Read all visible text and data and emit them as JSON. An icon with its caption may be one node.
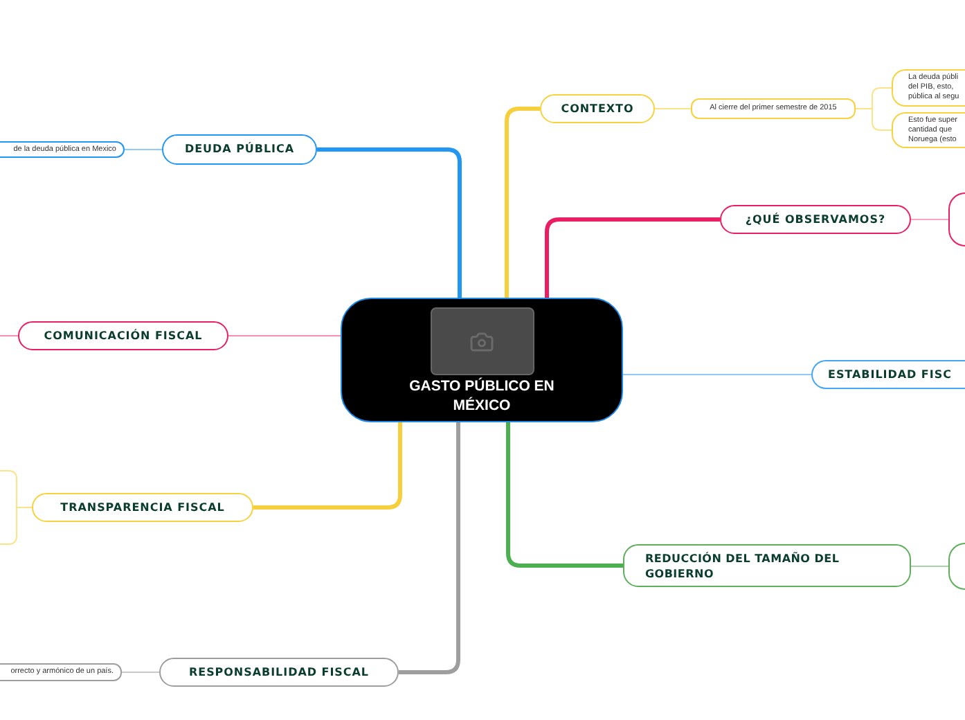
{
  "diagram": {
    "nodes": [
      {
        "text": [
          "GASTO PÚBLICO EN MÉXICO"
        ]
      },
      {
        "text": [
          "CONTEXTO"
        ]
      },
      {
        "text": [
          "Al cierre del primer semestre de 2015"
        ]
      },
      {
        "text": [
          "La deuda públi del PIB, esto, pública al segu"
        ]
      },
      {
        "text": [
          "Esto fue super cantidad que Noruega (esto"
        ]
      },
      {
        "text": [
          "¿QUÉ OBSERVAMOS?"
        ]
      },
      {
        "text": [],
        "shape": "box"
      },
      {
        "text": [
          "ESTABILIDAD FISC"
        ]
      },
      {
        "text": [
          "REDUCCIÓN DEL TAMAÑO DEL GOBIERNO"
        ]
      },
      {
        "text": [],
        "shape": "box"
      },
      {
        "text": [
          "DEUDA PÚBLICA"
        ]
      },
      {
        "text": [
          "de la deuda pública en Mexico"
        ]
      },
      {
        "text": [
          "COMUNICACIÓN FISCAL"
        ]
      },
      {
        "text": [
          "TRANSPARENCIA FISCAL"
        ]
      },
      {
        "text": [
          "RESPONSABILIDAD FISCAL"
        ]
      },
      {
        "text": [
          "orrecto y armónico de un país."
        ]
      }
    ],
    "edges": [
      {
        "from": 0,
        "to": 1,
        "arrow": "none",
        "style": "thick",
        "color": "#f6cf3c"
      },
      {
        "from": 1,
        "to": 2,
        "arrow": "none",
        "color": "#fbe38a"
      },
      {
        "from": 2,
        "to": 3,
        "arrow": "none",
        "color": "#fbe38a"
      },
      {
        "from": 2,
        "to": 4,
        "arrow": "none",
        "color": "#fbe38a"
      },
      {
        "from": 0,
        "to": 5,
        "arrow": "none",
        "style": "thick",
        "color": "#e91e63"
      },
      {
        "from": 5,
        "to": 6,
        "arrow": "none",
        "color": "#f8a5c2"
      },
      {
        "from": 0,
        "to": 7,
        "arrow": "none",
        "color": "#90caf9"
      },
      {
        "from": 0,
        "to": 8,
        "arrow": "none",
        "style": "thick",
        "color": "#4caf50"
      },
      {
        "from": 8,
        "to": 9,
        "arrow": "none",
        "color": "#a5d6a7"
      },
      {
        "from": 0,
        "to": 10,
        "arrow": "none",
        "style": "thick",
        "color": "#2196f3"
      },
      {
        "from": 10,
        "to": 11,
        "arrow": "none",
        "color": "#90caf9"
      },
      {
        "from": 0,
        "to": 12,
        "arrow": "none",
        "color": "#f48fb1"
      },
      {
        "from": 12,
        "to": null,
        "arrow": "none",
        "color": "#f48fb1"
      },
      {
        "from": 0,
        "to": 13,
        "arrow": "none",
        "style": "thick",
        "color": "#f6cf3c"
      },
      {
        "from": 13,
        "to": null,
        "arrow": "none",
        "color": "#fbe38a"
      },
      {
        "from": 13,
        "to": null,
        "arrow": "none",
        "color": "#fbe38a"
      },
      {
        "from": 0,
        "to": 14,
        "arrow": "none",
        "style": "thick",
        "color": "#9e9e9e"
      },
      {
        "from": 14,
        "to": 15,
        "arrow": "none",
        "color": "#c8c8c8"
      }
    ]
  }
}
